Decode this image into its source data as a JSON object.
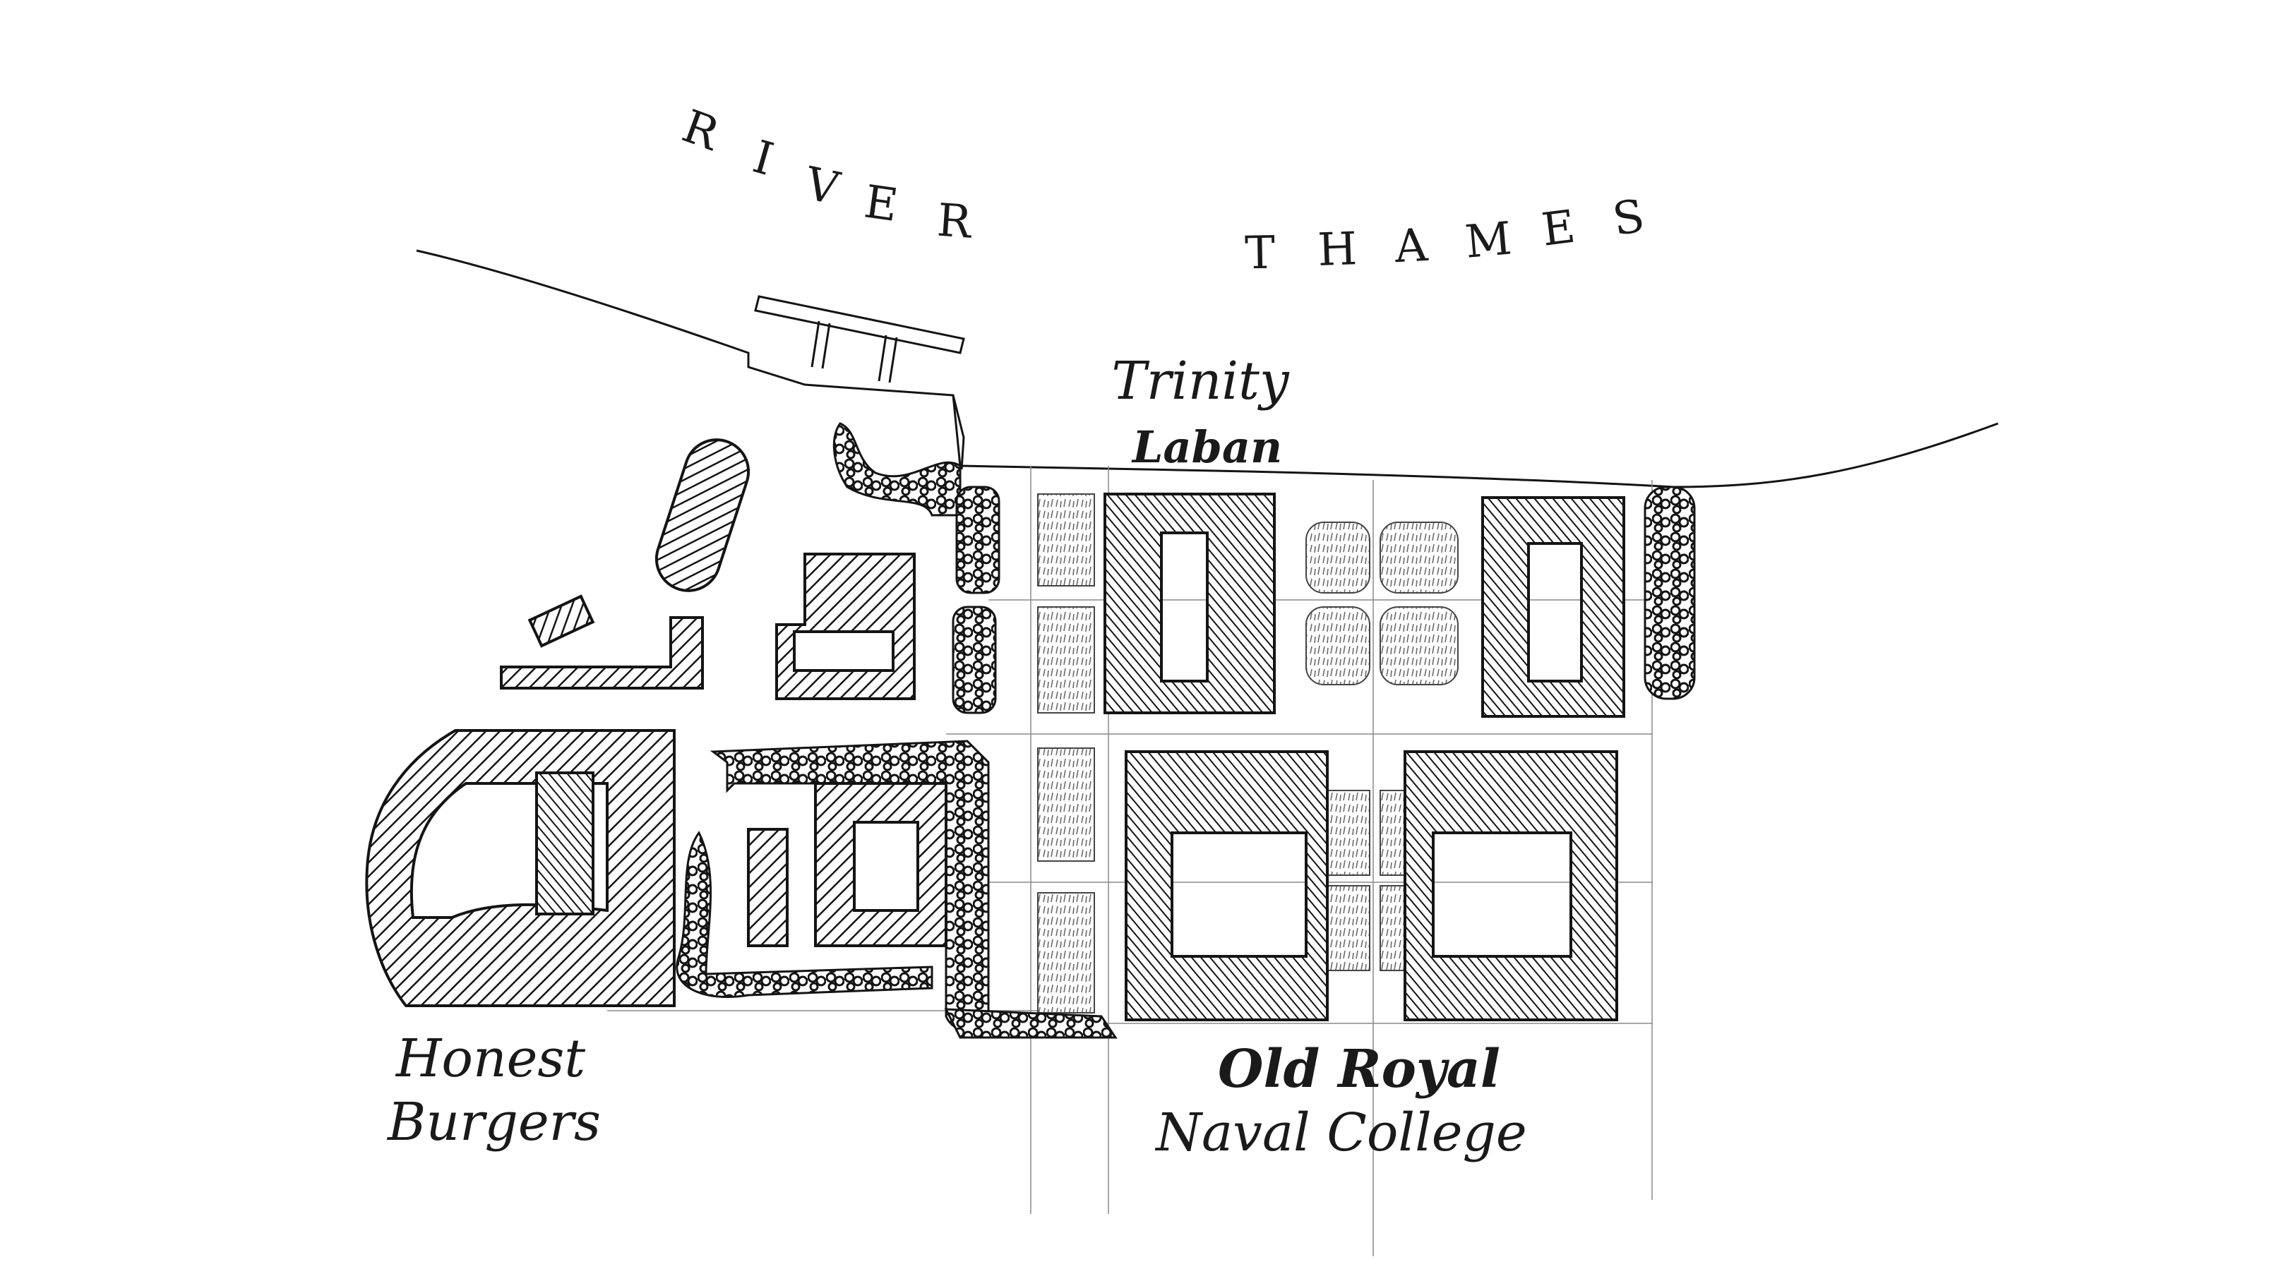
{
  "river": {
    "word_1": [
      "R",
      "I",
      "V",
      "E",
      "R"
    ],
    "word_2": [
      "T",
      "H",
      "A",
      "M",
      "E",
      "S"
    ]
  },
  "places": {
    "trinity_laban": {
      "line_1": "Trinity",
      "line_2": "Laban"
    },
    "honest_burgers": {
      "line_1": "Honest",
      "line_2": "Burgers"
    },
    "old_royal_naval_college": {
      "line_1": "Old Royal",
      "line_2": "Naval College"
    }
  },
  "colors": {
    "ink": "#141414",
    "paper": "#ffffff"
  },
  "icons": [
    "hatched-building-icon",
    "hedge-scribble-icon",
    "lawn-grass-icon"
  ]
}
